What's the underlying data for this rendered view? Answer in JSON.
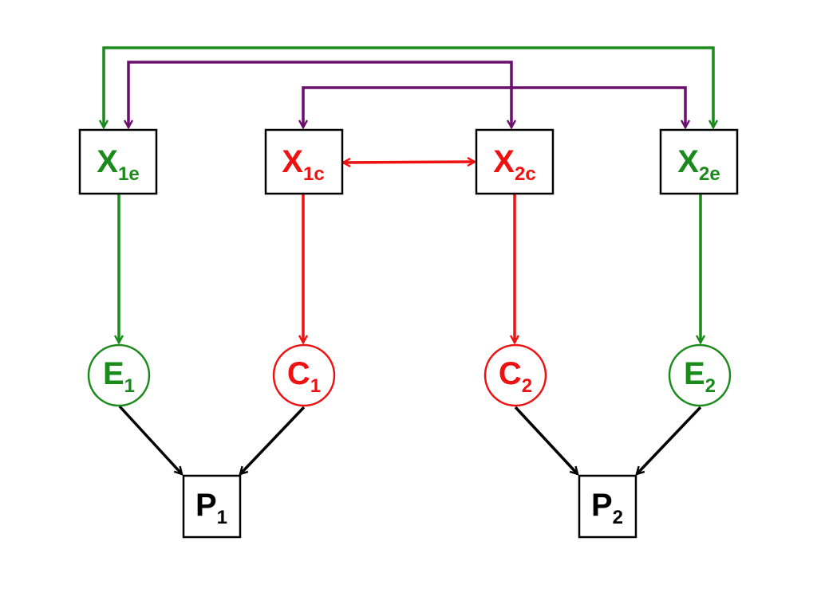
{
  "colors": {
    "green": "#1a8a1a",
    "red": "#ee1111",
    "purple": "#6a0f6e",
    "black": "#000000"
  },
  "nodes": {
    "x1e": {
      "letter": "X",
      "sub": "1e",
      "color": "#1a8a1a",
      "shape": "box"
    },
    "x1c": {
      "letter": "X",
      "sub": "1c",
      "color": "#ee1111",
      "shape": "box"
    },
    "x2c": {
      "letter": "X",
      "sub": "2c",
      "color": "#ee1111",
      "shape": "box"
    },
    "x2e": {
      "letter": "X",
      "sub": "2e",
      "color": "#1a8a1a",
      "shape": "box"
    },
    "e1": {
      "letter": "E",
      "sub": "1",
      "color": "#1a8a1a",
      "shape": "circle"
    },
    "c1": {
      "letter": "C",
      "sub": "1",
      "color": "#ee1111",
      "shape": "circle"
    },
    "c2": {
      "letter": "C",
      "sub": "2",
      "color": "#ee1111",
      "shape": "circle"
    },
    "e2": {
      "letter": "E",
      "sub": "2",
      "color": "#1a8a1a",
      "shape": "circle"
    },
    "p1": {
      "letter": "P",
      "sub": "1",
      "color": "#000000",
      "shape": "box"
    },
    "p2": {
      "letter": "P",
      "sub": "2",
      "color": "#000000",
      "shape": "box"
    }
  },
  "edges": [
    {
      "from": "x1e",
      "to": "e1",
      "color": "green",
      "type": "directed"
    },
    {
      "from": "x1c",
      "to": "c1",
      "color": "red",
      "type": "directed"
    },
    {
      "from": "x2c",
      "to": "c2",
      "color": "red",
      "type": "directed"
    },
    {
      "from": "x2e",
      "to": "e2",
      "color": "green",
      "type": "directed"
    },
    {
      "from": "e1",
      "to": "p1",
      "color": "black",
      "type": "directed"
    },
    {
      "from": "c1",
      "to": "p1",
      "color": "black",
      "type": "directed"
    },
    {
      "from": "c2",
      "to": "p2",
      "color": "black",
      "type": "directed"
    },
    {
      "from": "e2",
      "to": "p2",
      "color": "black",
      "type": "directed"
    },
    {
      "from": "x1c",
      "to": "x2c",
      "color": "red",
      "type": "bidirectional"
    },
    {
      "from": "x1e",
      "to": "x2e",
      "color": "green",
      "type": "bidirectional-bracket"
    },
    {
      "from": "x1e",
      "to": "x2c",
      "color": "purple",
      "type": "bidirectional-bracket"
    },
    {
      "from": "x1c",
      "to": "x2e",
      "color": "purple",
      "type": "bidirectional-bracket"
    }
  ]
}
